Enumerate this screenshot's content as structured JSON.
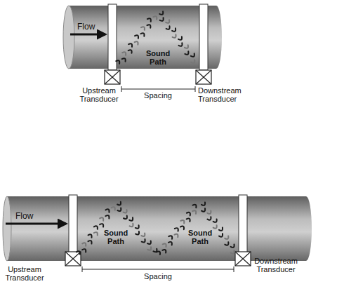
{
  "diagram": {
    "labels": [
      "Flow",
      "Sound Path",
      "Upstream Transducer",
      "Spacing",
      "Downstream Transducer",
      "Flow",
      "Sound Path",
      "Sound Path",
      "Upstream Transducer",
      "Spacing",
      "Downstream Transducer"
    ]
  }
}
